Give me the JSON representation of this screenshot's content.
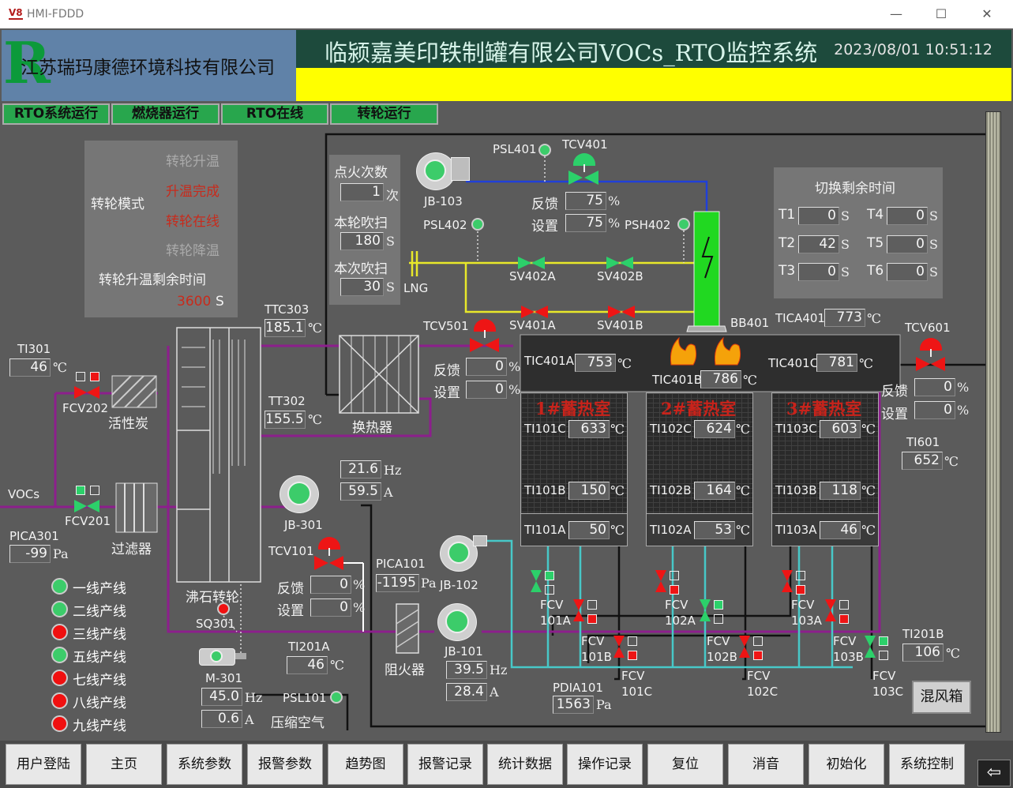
{
  "window": {
    "title": "HMI-FDDD",
    "logo": "V8"
  },
  "header": {
    "company": "江苏瑞玛康德环境科技有限公司",
    "logo_letter": "R",
    "system_title": "临颍嘉美印铁制罐有限公司VOCs_RTO监控系统",
    "datetime": "2023/08/01 10:51:12"
  },
  "status_buttons": [
    "RTO系统运行",
    "燃烧器运行",
    "RTO在线",
    "转轮运行"
  ],
  "wheel_panel": {
    "mode_label": "转轮模式",
    "states": [
      "转轮升温",
      "升温完成",
      "转轮在线",
      "转轮降温"
    ],
    "remain_label": "转轮升温剩余时间",
    "remain_value": "3600",
    "remain_unit": "S"
  },
  "ignition": {
    "count_label": "点火次数",
    "count_value": "1",
    "count_unit": "次",
    "round_label": "本轮吹扫",
    "round_value": "180",
    "round_unit": "S",
    "this_label": "本次吹扫",
    "this_value": "30",
    "this_unit": "S",
    "lng": "LNG"
  },
  "switch_time": {
    "title": "切换剩余时间",
    "items": [
      {
        "label": "T1",
        "value": "0",
        "unit": "S"
      },
      {
        "label": "T4",
        "value": "0",
        "unit": "S"
      },
      {
        "label": "T2",
        "value": "42",
        "unit": "S"
      },
      {
        "label": "T5",
        "value": "0",
        "unit": "S"
      },
      {
        "label": "T3",
        "value": "0",
        "unit": "S"
      },
      {
        "label": "T6",
        "value": "0",
        "unit": "S"
      }
    ]
  },
  "tags": {
    "PSL401": "PSL401",
    "TCV401": "TCV401",
    "JB103": "JB-103",
    "PSL402": "PSL402",
    "PSH402": "PSH402",
    "SV402A": "SV402A",
    "SV402B": "SV402B",
    "SV401A": "SV401A",
    "SV401B": "SV401B",
    "BB401": "BB401",
    "TCV501": "TCV501",
    "TICA401": "TICA401",
    "TCV601": "TCV601",
    "TTC303": "TTC303",
    "TT302": "TT302",
    "HX": "换热器",
    "TI301": "TI301",
    "FCV202": "FCV202",
    "AC": "活性炭",
    "VOCs": "VOCs",
    "FCV201": "FCV201",
    "FILTER": "过滤器",
    "PICA301": "PICA301",
    "JB301": "JB-301",
    "TCV101": "TCV101",
    "PICA101": "PICA101",
    "JB102": "JB-102",
    "JB101": "JB-101",
    "FA": "阻火器",
    "ZEO": "沸石转轮",
    "SQ301": "SQ301",
    "M301": "M-301",
    "TI201A": "TI201A",
    "PSL101": "PSL101",
    "AIR": "压缩空气",
    "PDIA101": "PDIA101",
    "TI201B": "TI201B",
    "TI601": "TI601",
    "FCV101A": "FCV\n101A",
    "FCV102A": "FCV\n102A",
    "FCV103A": "FCV\n103A",
    "TIC401A": "TIC401A",
    "TIC401B": "TIC401B",
    "TIC401C": "TIC401C"
  },
  "labels": {
    "feedback": "反馈",
    "setting": "设置",
    "mix": "混风箱"
  },
  "values": {
    "TCV401_fb": "75",
    "TCV401_set": "75",
    "TICA401": "773",
    "TCV501_fb": "0",
    "TCV501_set": "0",
    "TCV601_fb": "0",
    "TCV601_set": "0",
    "TTC303": "185.1",
    "TT302": "155.5",
    "TI301": "46",
    "PICA301": "-99",
    "JB301_hz": "21.6",
    "JB301_a": "59.5",
    "TCV101_fb": "0",
    "TCV101_set": "0",
    "PICA101": "-1195",
    "JB101_hz": "39.5",
    "JB101_a": "28.4",
    "M301_hz": "45.0",
    "M301_a": "0.6",
    "TI201A": "46",
    "PDIA101": "1563",
    "TI201B": "106",
    "TI601": "652",
    "TIC401A": "753",
    "TIC401B": "786",
    "TIC401C": "781"
  },
  "units": {
    "pct": "%",
    "degc": "℃",
    "pa": "Pa",
    "hz": "Hz",
    "a": "A"
  },
  "rooms": [
    {
      "title": "1#蓄热室",
      "c_label": "TI101C",
      "c": "633",
      "b_label": "TI101B",
      "b": "150",
      "a_label": "TI101A",
      "a": "50"
    },
    {
      "title": "2#蓄热室",
      "c_label": "TI102C",
      "c": "624",
      "b_label": "TI102B",
      "b": "164",
      "a_label": "TI102A",
      "a": "53"
    },
    {
      "title": "3#蓄热室",
      "c_label": "TI103C",
      "c": "603",
      "b_label": "TI103B",
      "b": "118",
      "a_label": "TI103A",
      "a": "46"
    }
  ],
  "fcv_bottom": [
    {
      "top": "FCV",
      "bot": "101A"
    },
    {
      "top": "FCV",
      "bot": "102A"
    },
    {
      "top": "FCV",
      "bot": "103A"
    },
    {
      "top": "FCV",
      "bot": "101B"
    },
    {
      "top": "FCV",
      "bot": "102B"
    },
    {
      "top": "FCV",
      "bot": "103B"
    },
    {
      "top": "FCV",
      "bot": "101C"
    },
    {
      "top": "FCV",
      "bot": "102C"
    },
    {
      "top": "FCV",
      "bot": "103C"
    }
  ],
  "lines": [
    {
      "name": "一线产线",
      "status": "green"
    },
    {
      "name": "二线产线",
      "status": "green"
    },
    {
      "name": "三线产线",
      "status": "red"
    },
    {
      "name": "五线产线",
      "status": "green"
    },
    {
      "name": "七线产线",
      "status": "red"
    },
    {
      "name": "八线产线",
      "status": "red"
    },
    {
      "name": "九线产线",
      "status": "red"
    }
  ],
  "nav": [
    "用户登陆",
    "主页",
    "系统参数",
    "报警参数",
    "趋势图",
    "报警记录",
    "统计数据",
    "操作记录",
    "复位",
    "消音",
    "初始化",
    "系统控制"
  ],
  "colors": {
    "header_green": "#1d4a3c",
    "header_blue": "#6082a8",
    "status_green": "#28a64d",
    "alarm_red": "#f01010",
    "ok_green": "#3ccc6a",
    "purple_pipe": "#8c1f8c",
    "cyan_pipe": "#47c8c8",
    "yellow_pipe": "#e8e82a",
    "blue_pipe": "#2040d8"
  }
}
